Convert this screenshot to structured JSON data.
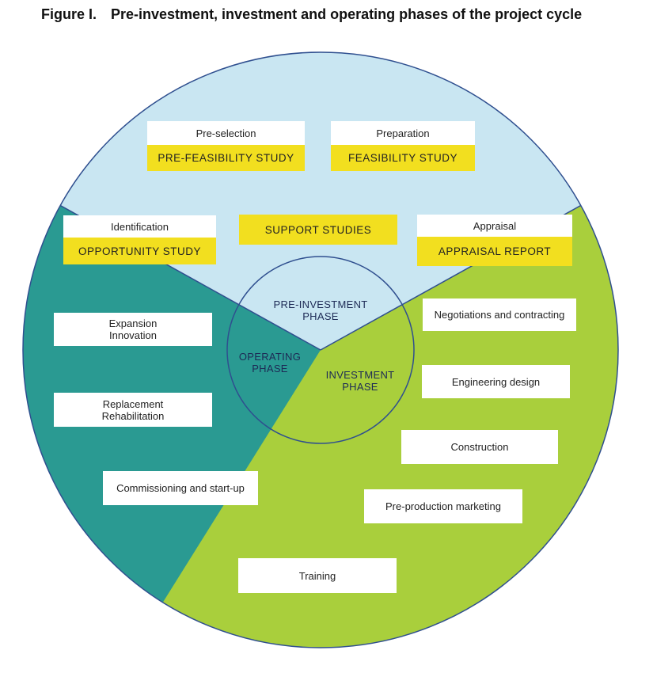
{
  "figure": {
    "number": "Figure I.",
    "title": "Pre-investment, investment and operating phases of the project cycle"
  },
  "colors": {
    "pre_investment": "#c9e6f2",
    "operating": "#2a9a92",
    "investment": "#a9cf3c",
    "label_yellow": "#f2df1f",
    "outline": "#2f4f8f"
  },
  "phases": {
    "pre_investment": [
      "PRE-INVESTMENT",
      "PHASE"
    ],
    "operating": [
      "OPERATING",
      "PHASE"
    ],
    "investment": [
      "INVESTMENT",
      "PHASE"
    ]
  },
  "pre_investment": {
    "pre_selection": {
      "label": "Pre-selection",
      "study": "PRE-FEASIBILITY STUDY"
    },
    "preparation": {
      "label": "Preparation",
      "study": "FEASIBILITY STUDY"
    },
    "identification": {
      "label": "Identification",
      "study": "OPPORTUNITY STUDY"
    },
    "support_studies": "SUPPORT STUDIES",
    "appraisal": {
      "label": "Appraisal",
      "study": "APPRAISAL REPORT"
    }
  },
  "investment": {
    "negotiations": "Negotiations and contracting",
    "engineering": "Engineering design",
    "construction": "Construction",
    "pre_production": "Pre-production marketing",
    "training": "Training"
  },
  "operating": {
    "expansion": [
      "Expansion",
      "Innovation"
    ],
    "replacement": [
      "Replacement",
      "Rehabilitation"
    ],
    "commissioning": "Commissioning and start-up"
  }
}
